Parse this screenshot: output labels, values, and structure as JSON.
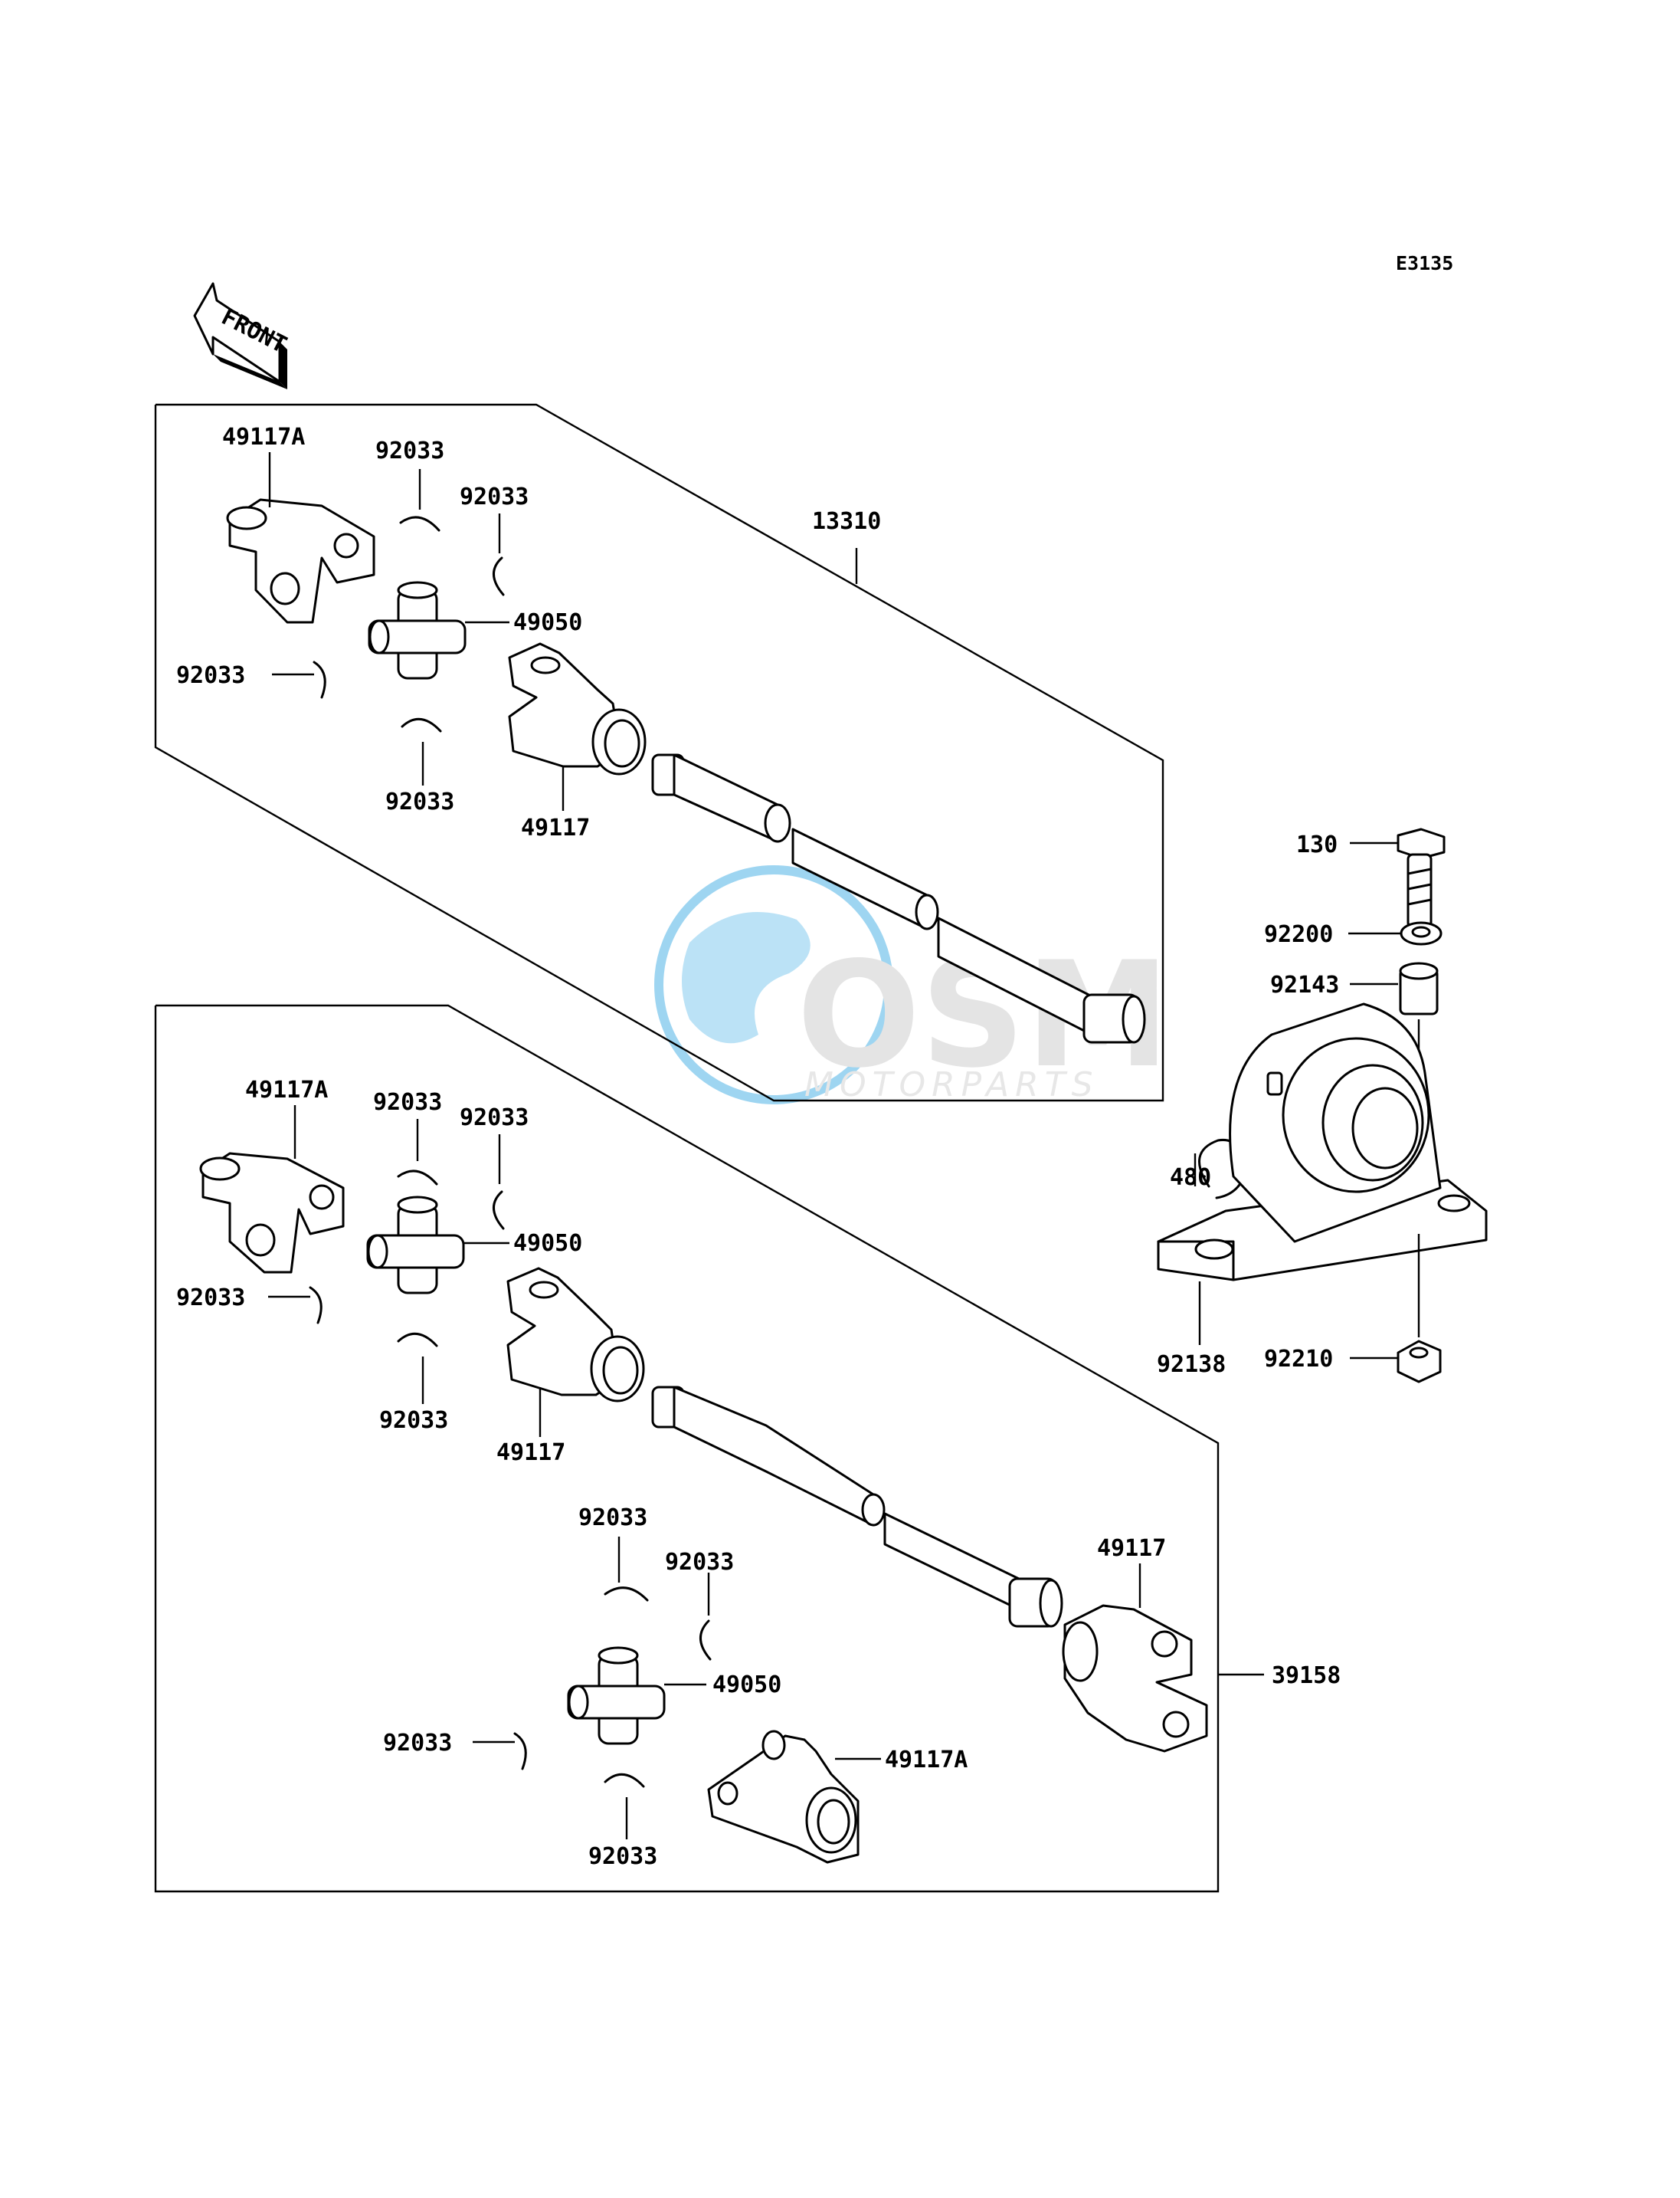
{
  "diagram_code": "E3135",
  "front_arrow": {
    "label": "FRONT",
    "icon": "front-arrow-icon"
  },
  "watermark": {
    "brand": "OSM",
    "sub": "MOTORPARTS",
    "icon": "globe-icon",
    "color": "#4fb3e6"
  },
  "assembly_top": {
    "assembly_label": "13310",
    "labels": {
      "yoke_a": "49117A",
      "clip_1": "92033",
      "clip_2": "92033",
      "clip_3": "92033",
      "clip_4": "92033",
      "cross": "49050",
      "yoke": "49117"
    }
  },
  "assembly_bottom": {
    "assembly_label": "39158",
    "labels": {
      "yoke_a_1": "49117A",
      "clip_1": "92033",
      "clip_2": "92033",
      "clip_3": "92033",
      "clip_4": "92033",
      "cross_1": "49050",
      "yoke_1": "49117",
      "clip_5": "92033",
      "clip_6": "92033",
      "clip_7": "92033",
      "clip_8": "92033",
      "cross_2": "49050",
      "yoke_2": "49117",
      "yoke_a_2": "49117A"
    }
  },
  "bearing_group": {
    "labels": {
      "bolt": "130",
      "washer": "92200",
      "collar": "92143",
      "circlip": "480",
      "bearing": "92138",
      "nut": "92210"
    }
  }
}
